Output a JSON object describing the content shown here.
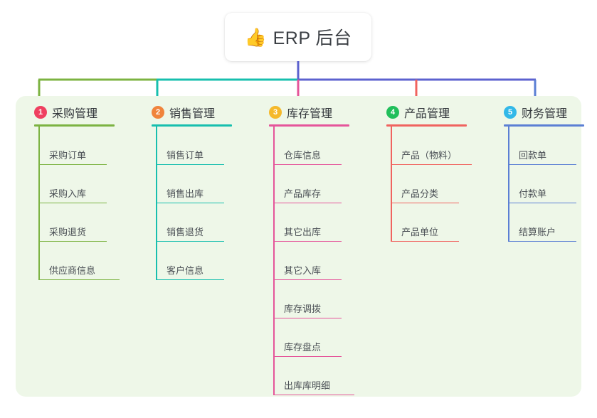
{
  "root": {
    "icon": "thumbs-up-icon",
    "emoji": "👍",
    "title": "ERP 后台"
  },
  "panel": {
    "background": "#eef7e8"
  },
  "connectors": {
    "stem_color": "#5c62cf",
    "segment_1_color": "#7cb342",
    "segment_2_color": "#17bfae",
    "segment_3_color": "#5c62cf",
    "drop_colors": [
      "#7cb342",
      "#17bfae",
      "#e5559a",
      "#f0635f",
      "#5b7fd4"
    ]
  },
  "columns": [
    {
      "number": "1",
      "title": "采购管理",
      "badge_color": "#ef4060",
      "line_color": "#7cb342",
      "items": [
        {
          "label": "采购订单"
        },
        {
          "label": "采购入库"
        },
        {
          "label": "采购退货"
        },
        {
          "label": "供应商信息"
        }
      ]
    },
    {
      "number": "2",
      "title": "销售管理",
      "badge_color": "#f0843c",
      "line_color": "#17bfae",
      "items": [
        {
          "label": "销售订单"
        },
        {
          "label": "销售出库"
        },
        {
          "label": "销售退货"
        },
        {
          "label": "客户信息"
        }
      ]
    },
    {
      "number": "3",
      "title": "库存管理",
      "badge_color": "#f5b92b",
      "line_color": "#e5559a",
      "items": [
        {
          "label": "仓库信息"
        },
        {
          "label": "产品库存"
        },
        {
          "label": "其它出库"
        },
        {
          "label": "其它入库"
        },
        {
          "label": "库存调拨"
        },
        {
          "label": "库存盘点"
        },
        {
          "label": "出库库明细"
        }
      ]
    },
    {
      "number": "4",
      "title": "产品管理",
      "badge_color": "#21bf5b",
      "line_color": "#f0635f",
      "items": [
        {
          "label": "产品（物料）"
        },
        {
          "label": "产品分类"
        },
        {
          "label": "产品单位"
        }
      ]
    },
    {
      "number": "5",
      "title": "财务管理",
      "badge_color": "#32b8e8",
      "line_color": "#5b7fd4",
      "items": [
        {
          "label": "回款单"
        },
        {
          "label": "付款单"
        },
        {
          "label": "结算账户"
        }
      ]
    }
  ]
}
